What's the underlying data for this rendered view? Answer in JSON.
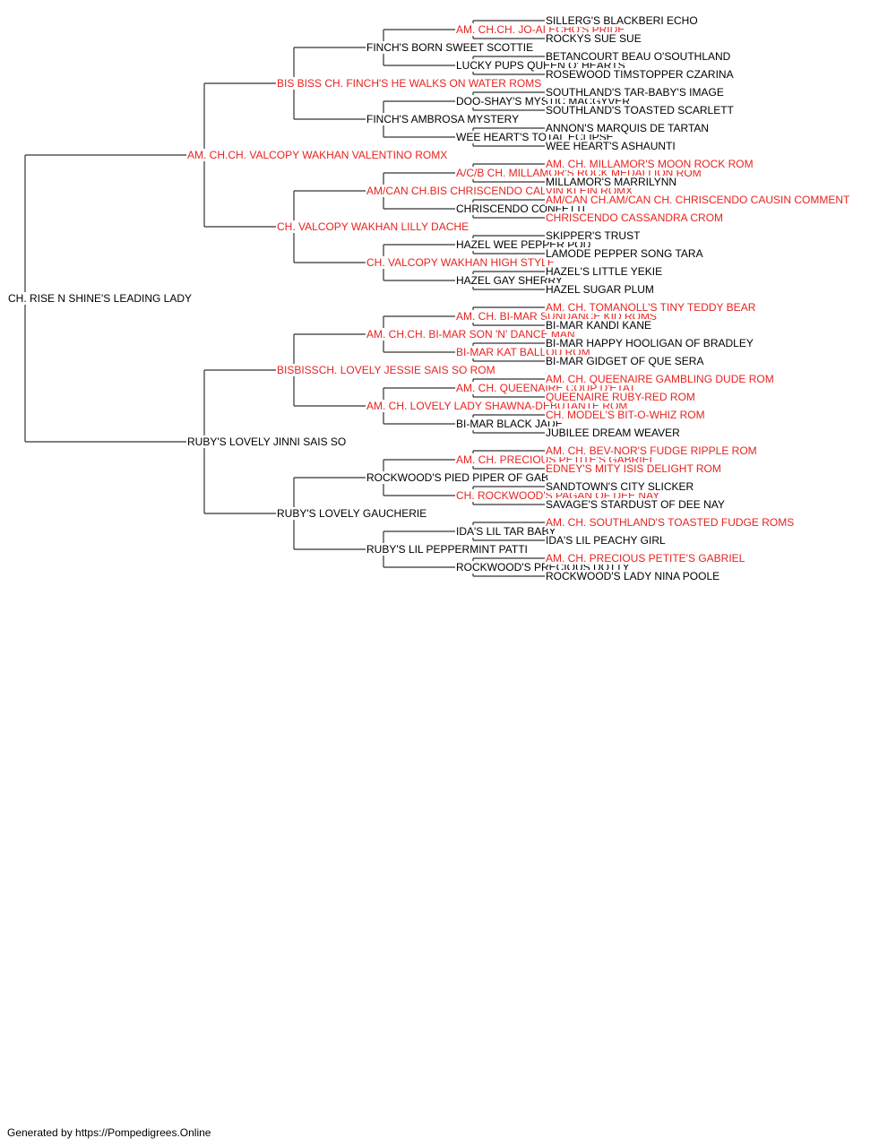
{
  "colors": {
    "titled": "#e8231f",
    "normal": "#000000",
    "line": "#333333"
  },
  "pedigree": {
    "name": "CH. RISE N SHINE'S LEADING LADY",
    "titled": false,
    "sire": {
      "name": "AM. CH.CH. VALCOPY WAKHAN VALENTINO ROMX",
      "titled": true,
      "sire": {
        "name": "BIS BISS CH. FINCH'S HE WALKS ON WATER ROMS",
        "titled": true,
        "sire": {
          "name": "FINCH'S BORN SWEET SCOTTIE",
          "titled": false,
          "sire": {
            "name": "AM. CH.CH. JO-AI ECHO'S PRIDE",
            "titled": true,
            "sire": {
              "name": "SILLERG'S BLACKBERI ECHO",
              "titled": false
            },
            "dam": {
              "name": "ROCKYS SUE SUE",
              "titled": false
            }
          },
          "dam": {
            "name": "LUCKY PUPS QUEEN O' HEARTS",
            "titled": false,
            "sire": {
              "name": "BETANCOURT BEAU O'SOUTHLAND",
              "titled": false
            },
            "dam": {
              "name": "ROSEWOOD TIMSTOPPER CZARINA",
              "titled": false
            }
          }
        },
        "dam": {
          "name": "FINCH'S AMBROSA MYSTERY",
          "titled": false,
          "sire": {
            "name": "DOO-SHAY'S MYSTIC MACGYVER",
            "titled": false,
            "sire": {
              "name": "SOUTHLAND'S TAR-BABY'S IMAGE",
              "titled": false
            },
            "dam": {
              "name": "SOUTHLAND'S TOASTED SCARLETT",
              "titled": false
            }
          },
          "dam": {
            "name": "WEE HEART'S TOTAL ECLIPSE",
            "titled": false,
            "sire": {
              "name": "ANNON'S MARQUIS DE TARTAN",
              "titled": false
            },
            "dam": {
              "name": "WEE HEART'S ASHAUNTI",
              "titled": false
            }
          }
        }
      },
      "dam": {
        "name": "CH. VALCOPY WAKHAN LILLY DACHE",
        "titled": true,
        "sire": {
          "name": "AM/CAN CH.BIS CHRISCENDO CALVIN KLEIN ROMX",
          "titled": true,
          "sire": {
            "name": "A/C/B CH. MILLAMOR'S ROCK MEDALLION ROM",
            "titled": true,
            "sire": {
              "name": "AM. CH. MILLAMOR'S MOON ROCK ROM",
              "titled": true
            },
            "dam": {
              "name": "MILLAMOR'S MARRILYNN",
              "titled": false
            }
          },
          "dam": {
            "name": "CHRISCENDO CONFETTI",
            "titled": false,
            "sire": {
              "name": "AM/CAN CH.AM/CAN CH. CHRISCENDO CAUSIN COMMENT",
              "titled": true
            },
            "dam": {
              "name": "CHRISCENDO CASSANDRA CROM",
              "titled": true
            }
          }
        },
        "dam": {
          "name": "CH. VALCOPY WAKHAN HIGH STYLE",
          "titled": true,
          "sire": {
            "name": "HAZEL WEE PEPPER POD",
            "titled": false,
            "sire": {
              "name": "SKIPPER'S TRUST",
              "titled": false
            },
            "dam": {
              "name": "LAMODE PEPPER SONG TARA",
              "titled": false
            }
          },
          "dam": {
            "name": "HAZEL GAY SHERRY",
            "titled": false,
            "sire": {
              "name": "HAZEL'S LITTLE YEKIE",
              "titled": false
            },
            "dam": {
              "name": "HAZEL SUGAR PLUM",
              "titled": false
            }
          }
        }
      }
    },
    "dam": {
      "name": "RUBY'S LOVELY JINNI SAIS SO",
      "titled": false,
      "sire": {
        "name": "BISBISSCH. LOVELY JESSIE SAIS SO ROM",
        "titled": true,
        "sire": {
          "name": "AM. CH.CH. BI-MAR SON 'N' DANCE MAN",
          "titled": true,
          "sire": {
            "name": "AM. CH. BI-MAR SUNDANCE KID ROMS",
            "titled": true,
            "sire": {
              "name": "AM. CH. TOMANOLL'S TINY TEDDY BEAR",
              "titled": true
            },
            "dam": {
              "name": "BI-MAR KANDI KANE",
              "titled": false
            }
          },
          "dam": {
            "name": "BI-MAR KAT BALLOU ROM",
            "titled": true,
            "sire": {
              "name": "BI-MAR HAPPY HOOLIGAN OF BRADLEY",
              "titled": false
            },
            "dam": {
              "name": "BI-MAR GIDGET OF QUE SERA",
              "titled": false
            }
          }
        },
        "dam": {
          "name": "AM. CH. LOVELY LADY SHAWNA-DEBUTANTE ROM",
          "titled": true,
          "sire": {
            "name": "AM. CH. QUEENAIRE COUP D'ETAT",
            "titled": true,
            "sire": {
              "name": "AM. CH. QUEENAIRE GAMBLING DUDE ROM",
              "titled": true
            },
            "dam": {
              "name": "QUEENAIRE RUBY-RED ROM",
              "titled": true
            }
          },
          "dam": {
            "name": "BI-MAR BLACK JADE",
            "titled": false,
            "sire": {
              "name": "CH. MODEL'S BIT-O-WHIZ ROM",
              "titled": true
            },
            "dam": {
              "name": "JUBILEE DREAM WEAVER",
              "titled": false
            }
          }
        }
      },
      "dam": {
        "name": "RUBY'S LOVELY GAUCHERIE",
        "titled": false,
        "sire": {
          "name": "ROCKWOOD'S PIED PIPER OF GAB",
          "titled": false,
          "sire": {
            "name": "AM. CH. PRECIOUS PETITE'S GABRIEL",
            "titled": true,
            "sire": {
              "name": "AM. CH. BEV-NOR'S FUDGE RIPPLE ROM",
              "titled": true
            },
            "dam": {
              "name": "EDNEY'S MITY ISIS DELIGHT ROM",
              "titled": true
            }
          },
          "dam": {
            "name": "CH. ROCKWOOD'S PAGAN OF DEE NAY",
            "titled": true,
            "sire": {
              "name": "SANDTOWN'S CITY SLICKER",
              "titled": false
            },
            "dam": {
              "name": "SAVAGE'S STARDUST OF DEE NAY",
              "titled": false
            }
          }
        },
        "dam": {
          "name": "RUBY'S LIL PEPPERMINT PATTI",
          "titled": false,
          "sire": {
            "name": "IDA'S LIL TAR BABY",
            "titled": false,
            "sire": {
              "name": "AM. CH. SOUTHLAND'S TOASTED FUDGE ROMS",
              "titled": true
            },
            "dam": {
              "name": "IDA'S LIL PEACHY GIRL",
              "titled": false
            }
          },
          "dam": {
            "name": "ROCKWOOD'S PRECIOUS DOTTY",
            "titled": false,
            "sire": {
              "name": "AM. CH. PRECIOUS PETITE'S GABRIEL",
              "titled": true
            },
            "dam": {
              "name": "ROCKWOOD'S LADY NINA POOLE",
              "titled": false
            }
          }
        }
      }
    }
  },
  "footer": {
    "text": "Generated by https://Pompedigrees.Online"
  }
}
